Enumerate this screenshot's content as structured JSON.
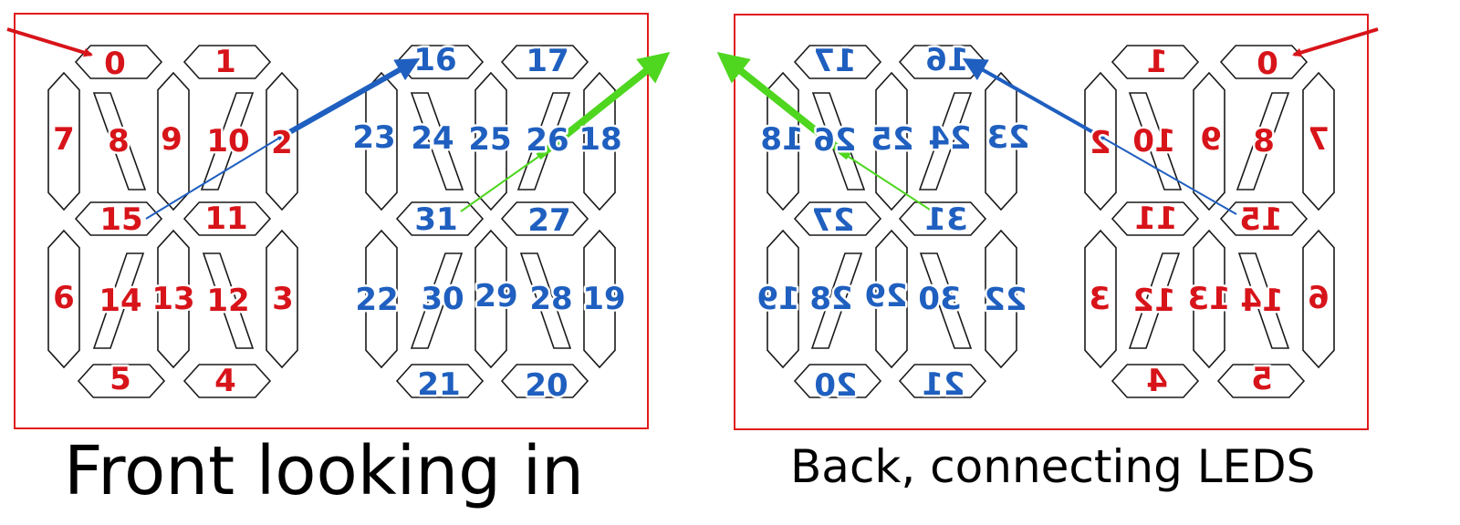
{
  "captions": {
    "front": "Front looking in",
    "back": "Back, connecting LEDS"
  },
  "colors": {
    "panel_border": "#e11b1b",
    "digit_one_labels": "#d7141a",
    "digit_two_labels": "#1f5fbf",
    "arrow_red": "#d7141a",
    "arrow_blue": "#1f5fbf",
    "arrow_green": "#4fd61f"
  },
  "front": {
    "digit_one_segments": [
      "0",
      "1",
      "2",
      "3",
      "4",
      "5",
      "6",
      "7",
      "8",
      "9",
      "10",
      "11",
      "12",
      "13",
      "14",
      "15"
    ],
    "digit_two_segments": [
      "16",
      "17",
      "18",
      "19",
      "20",
      "21",
      "22",
      "23",
      "24",
      "25",
      "26",
      "27",
      "28",
      "29",
      "30",
      "31"
    ]
  },
  "back": {
    "mirrored": true,
    "digit_one_segments": [
      "0",
      "1",
      "2",
      "3",
      "4",
      "5",
      "6",
      "7",
      "8",
      "9",
      "10",
      "11",
      "12",
      "13",
      "14",
      "15"
    ],
    "digit_two_segments": [
      "16",
      "17",
      "18",
      "19",
      "20",
      "21",
      "22",
      "23",
      "24",
      "25",
      "26",
      "27",
      "28",
      "29",
      "30",
      "31"
    ]
  }
}
